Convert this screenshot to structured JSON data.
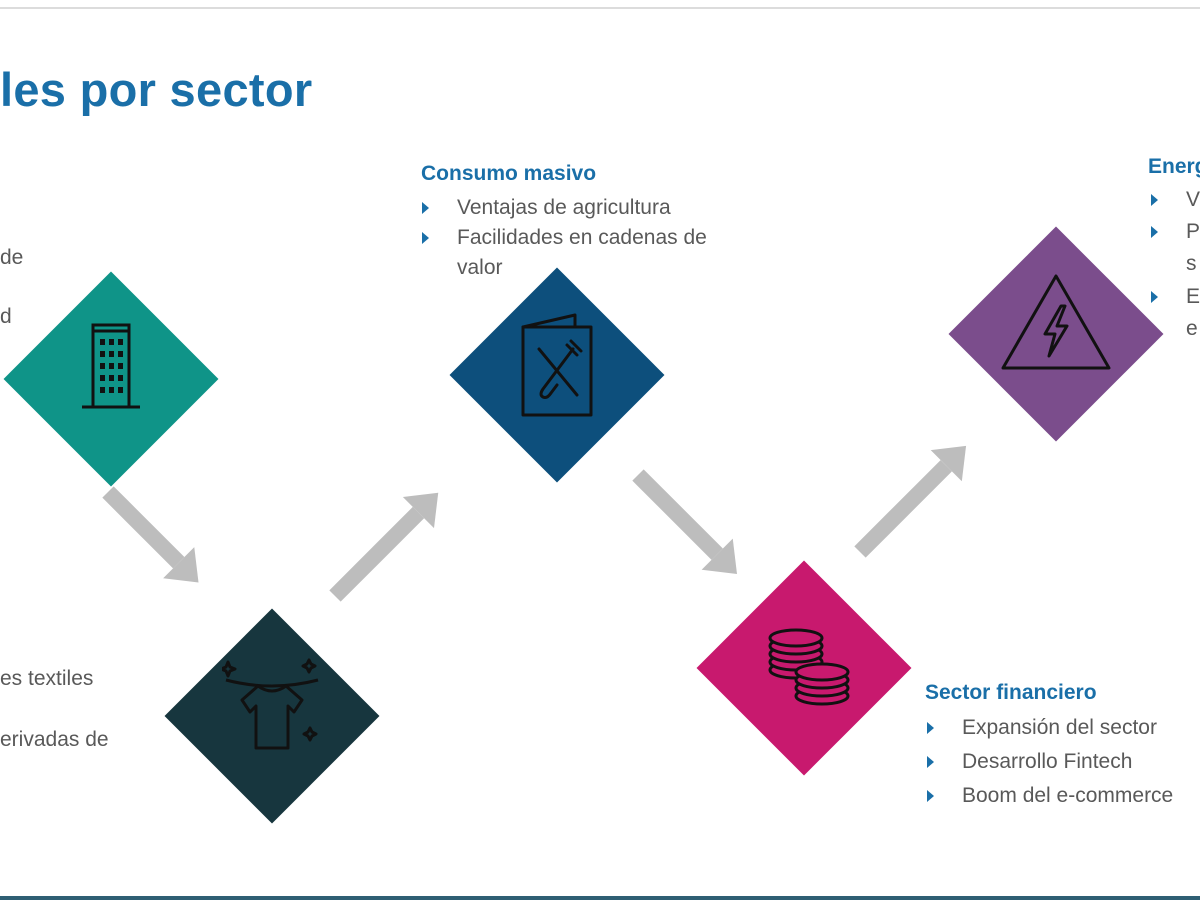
{
  "page": {
    "title": "les por sector"
  },
  "sectors": {
    "left_top": {
      "lines": [
        "de",
        "d"
      ],
      "color": "#0f9488",
      "icon": "building-icon"
    },
    "left_bottom": {
      "lines": [
        "es textiles",
        "erivadas de"
      ],
      "color": "#17363e",
      "icon": "tshirt-icon"
    },
    "consumo": {
      "heading": "Consumo masivo",
      "bullets": [
        "Ventajas de agricultura",
        "Facilidades en cadenas de",
        "valor"
      ],
      "color": "#0d4f7c",
      "icon": "menu-fork-knife-icon"
    },
    "financiero": {
      "heading": "Sector financiero",
      "bullets": [
        "Expansión del sector",
        "Desarrollo Fintech",
        "Boom del e-commerce"
      ],
      "color": "#c8196e",
      "icon": "coins-icon"
    },
    "energia": {
      "heading": "Energía",
      "bullets": [
        "V",
        "P",
        "s",
        "E",
        "e"
      ],
      "color": "#7b4d8c",
      "icon": "high-voltage-warning-icon"
    }
  },
  "colors": {
    "title": "#1a6fa8",
    "bullet_marker": "#1a6fa8",
    "body_text": "#595959",
    "arrow": "#bdbdbd"
  }
}
